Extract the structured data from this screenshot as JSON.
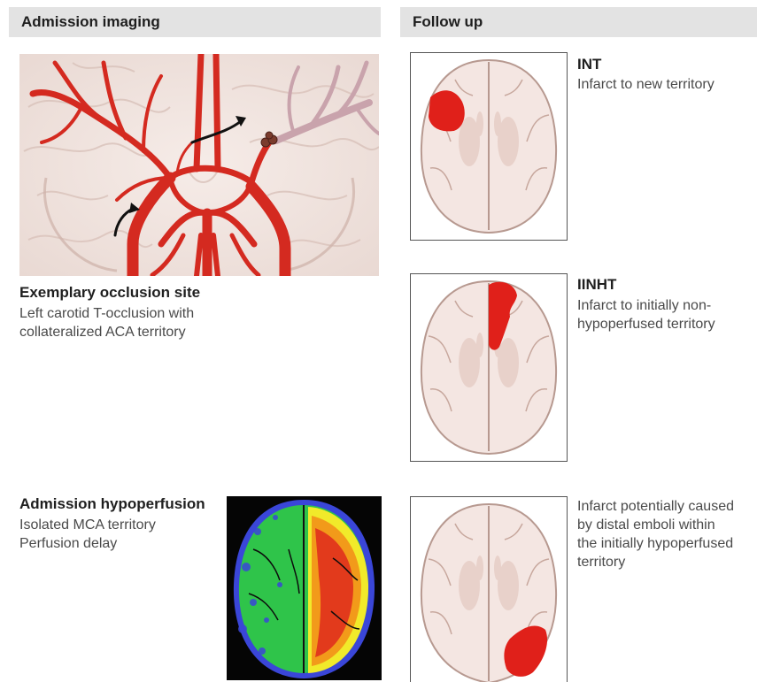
{
  "headers": {
    "admission": "Admission imaging",
    "follow_up": "Follow up"
  },
  "occlusion": {
    "title": "Exemplary occlusion site",
    "line1": "Left carotid T-occlusion with",
    "line2": "collateralized ACA territory"
  },
  "hypoperfusion": {
    "title": "Admission hypoperfusion",
    "line1": "Isolated MCA territory",
    "line2": "Perfusion delay"
  },
  "int": {
    "title": "INT",
    "line1": "Infarct to new territory"
  },
  "iinht": {
    "title": "IINHT",
    "line1": "Infarct to initially  non-",
    "line2": "hypoperfused territory"
  },
  "emboli": {
    "line1": "Infarct potentially caused",
    "line2": "by distal emboli within",
    "line3": "the initially hypoperfused",
    "line4": "territory"
  },
  "colors": {
    "header_bg": "#e3e3e3",
    "vessel_red": "#d42a20",
    "occluded_vessel": "#c9a3ac",
    "infarct_red": "#e0201a",
    "brain_tissue": "#f4e6e2",
    "perfusion_normal": "#2fc44a",
    "perfusion_delay": "#e23a1c"
  }
}
